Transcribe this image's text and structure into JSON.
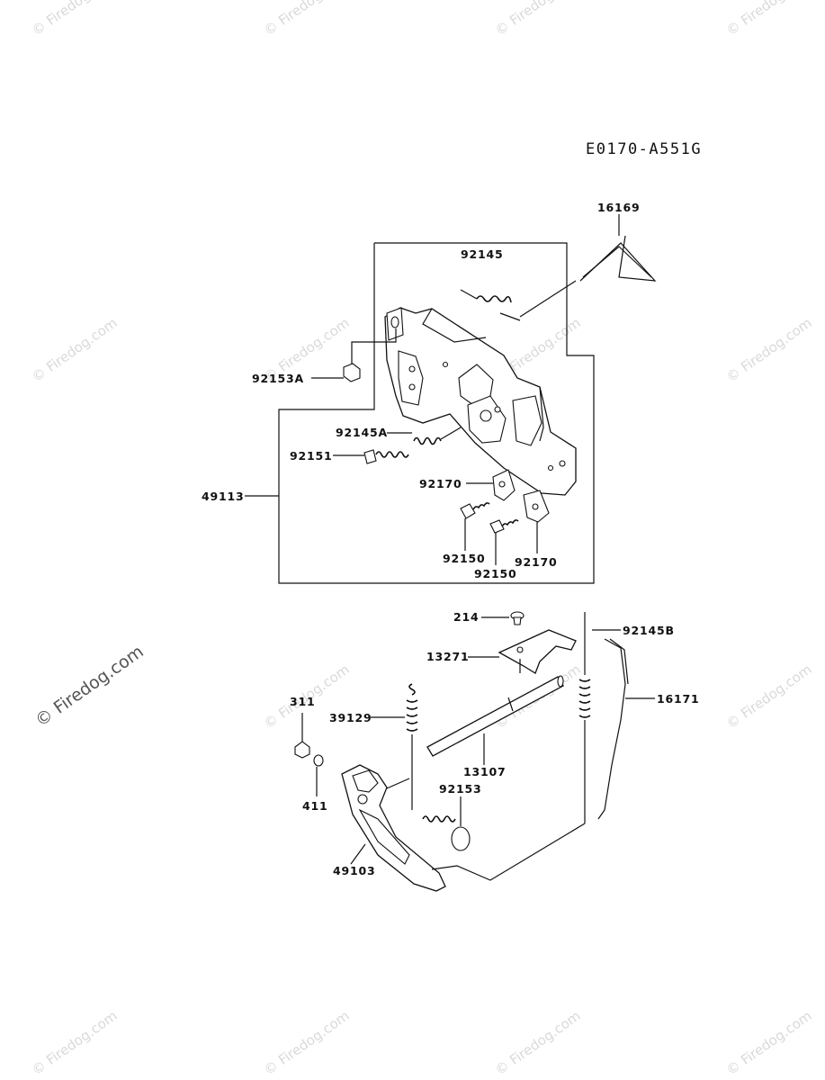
{
  "diagram": {
    "code": "E0170-A551G",
    "parts": {
      "p16169": "16169",
      "p92145": "92145",
      "p92153A": "92153A",
      "p92145A": "92145A",
      "p92151": "92151",
      "p49113": "49113",
      "p92170a": "92170",
      "p92150a": "92150",
      "p92150b": "92150",
      "p92170b": "92170",
      "p214": "214",
      "p92145B": "92145B",
      "p13271": "13271",
      "p311": "311",
      "p39129": "39129",
      "p16171": "16171",
      "p13107": "13107",
      "p92153": "92153",
      "p411": "411",
      "p49103": "49103"
    }
  },
  "watermark": {
    "text": "© Firedog.com"
  }
}
